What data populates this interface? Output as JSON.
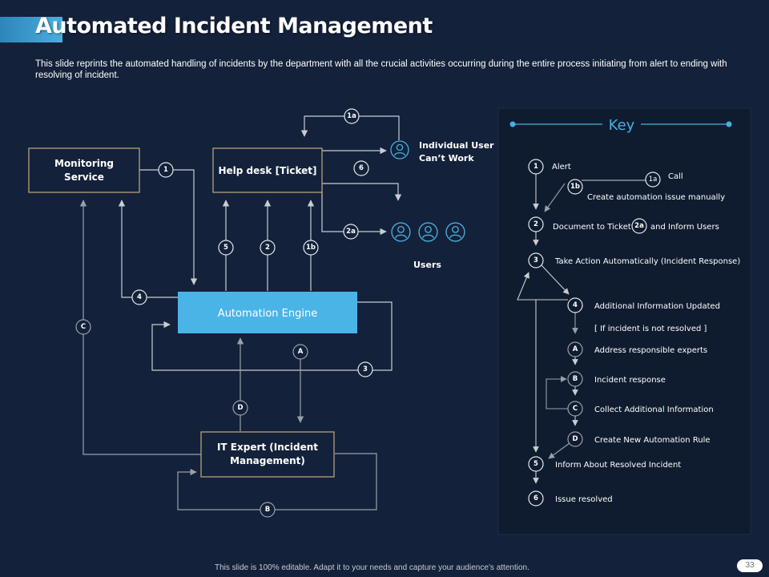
{
  "header": {
    "title": "Automated Incident Management",
    "subtitle": "This slide reprints the automated handling of incidents by the department with all the crucial activities occurring  during the entire process initiating from alert to ending with resolving of incident."
  },
  "colors": {
    "background": "#13213a",
    "accent": "#4aaedd",
    "box_border": "#b8a27a",
    "line": "#c9ccd2"
  },
  "diagram": {
    "boxes": {
      "monitoring": [
        "Monitoring",
        "Service"
      ],
      "helpdesk": "Help desk [Ticket]",
      "engine": "Automation Engine",
      "it_expert": [
        "IT Expert (Incident",
        "Management)"
      ]
    },
    "users": {
      "individual": [
        "Individual User",
        "Can’t Work"
      ],
      "group": "Users",
      "icon": "user-circle-icon"
    },
    "badges": {
      "b1": "1",
      "b1a": "1a",
      "b1b": "1b",
      "b2": "2",
      "b2a": "2a",
      "b3": "3",
      "b4": "4",
      "b5": "5",
      "b6": "6",
      "bA": "A",
      "bB": "B",
      "bC": "C",
      "bD": "D"
    }
  },
  "key": {
    "title": "Key",
    "items": [
      {
        "badge": "1",
        "label": "Alert"
      },
      {
        "badge": "1a",
        "label": "Call"
      },
      {
        "badge": "1b",
        "label": "Create automation issue manually"
      },
      {
        "badge": "2",
        "label": "Document to Ticket",
        "inline_badge": "2a",
        "label_suffix": "and Inform Users"
      },
      {
        "badge": "3",
        "label": "Take Action Automatically (Incident Response)"
      },
      {
        "badge": "4",
        "label": "Additional Information Updated"
      },
      {
        "badge": "",
        "label": "[ If incident is not resolved ]"
      },
      {
        "badge": "A",
        "label": "Address responsible experts"
      },
      {
        "badge": "B",
        "label": "Incident response"
      },
      {
        "badge": "C",
        "label": "Collect Additional Information"
      },
      {
        "badge": "D",
        "label": "Create New Automation Rule"
      },
      {
        "badge": "5",
        "label": "Inform About Resolved Incident"
      },
      {
        "badge": "6",
        "label": "Issue resolved"
      }
    ]
  },
  "footer": {
    "note": "This slide is 100% editable.  Adapt it to your needs and capture your audience’s attention.",
    "page_number": "33"
  }
}
